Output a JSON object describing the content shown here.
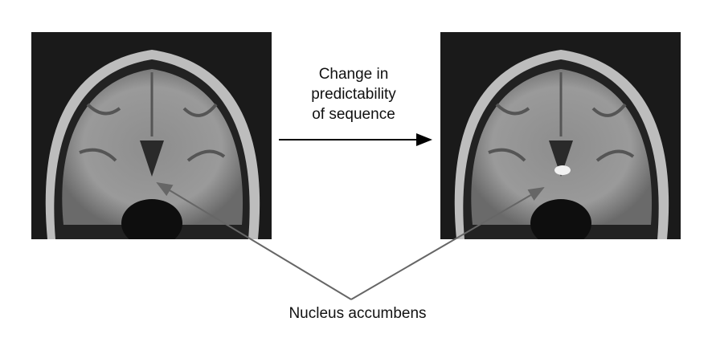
{
  "figure": {
    "caption_lines": [
      "Change in",
      "predictability",
      "of sequence"
    ],
    "target_label": "Nucleus accumbens",
    "images": [
      {
        "name": "before",
        "highlight": false
      },
      {
        "name": "after",
        "highlight": true
      }
    ]
  }
}
